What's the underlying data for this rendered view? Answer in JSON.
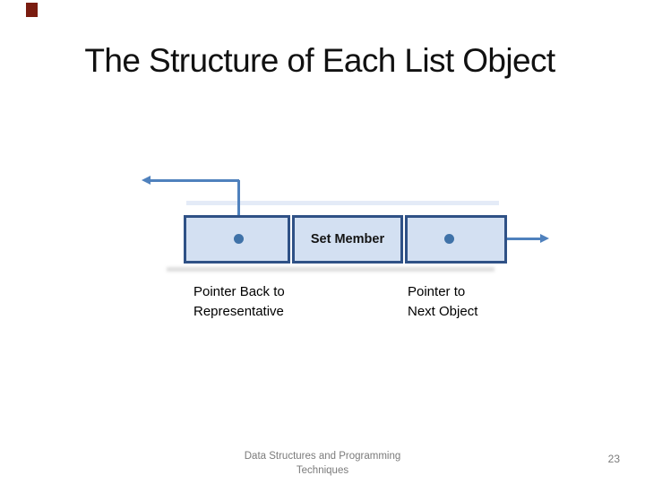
{
  "colors": {
    "accent-blue": "#4f81bd",
    "dot-blue": "#3f72a8",
    "border-navy": "#2f5186",
    "cell-fill": "#d3e0f2",
    "text-black": "#111111",
    "footer-gray": "#7b7b7b",
    "corner-red": "#7a1c10"
  },
  "slide": {
    "title": "The Structure of Each List Object",
    "diagram": {
      "set_member_label": "Set Member",
      "left_pointer_label": {
        "lines": [
          "Pointer Back to",
          "Representative"
        ]
      },
      "right_pointer_label": {
        "lines": [
          "Pointer to",
          "Next Object"
        ]
      }
    },
    "footer": {
      "course_lines": [
        "Data Structures and Programming",
        "Techniques"
      ],
      "page_number": "23"
    }
  }
}
